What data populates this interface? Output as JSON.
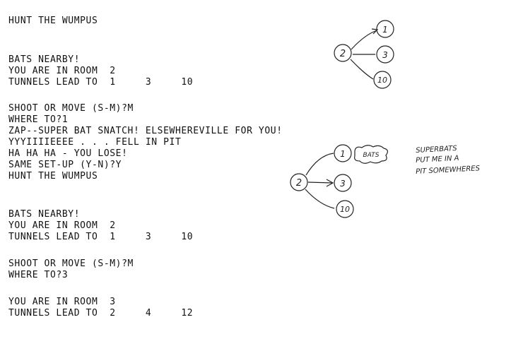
{
  "printout": {
    "lines": [
      "HUNT THE WUMPUS",
      "",
      "",
      "BATS NEARBY!",
      "YOU ARE IN ROOM  2",
      "TUNNELS LEAD TO  1     3     10",
      "",
      "SHOOT OR MOVE (S-M)?M",
      "WHERE TO?1",
      "ZAP--SUPER BAT SNATCH! ELSEWHEREVILLE FOR YOU!",
      "YYYIIIIEEEE . . . FELL IN PIT",
      "HA HA HA - YOU LOSE!",
      "SAME SET-UP (Y-N)?Y",
      "HUNT THE WUMPUS",
      "",
      "",
      "BATS NEARBY!",
      "YOU ARE IN ROOM  2",
      "TUNNELS LEAD TO  1     3     10",
      "",
      "SHOOT OR MOVE (S-M)?M",
      "WHERE TO?3",
      "",
      "YOU ARE IN ROOM  3",
      "TUNNELS LEAD TO  2     4     12"
    ]
  },
  "diagram_top": {
    "center_room": "2",
    "neighbors": [
      "1",
      "3",
      "10"
    ]
  },
  "diagram_bottom": {
    "center_room": "2",
    "neighbors": [
      "1",
      "3",
      "10"
    ],
    "bats_label": "BATS"
  },
  "handwritten_note": {
    "lines": [
      "SUPERBATS",
      "PUT ME IN A",
      "PIT SOMEWHERES"
    ]
  }
}
